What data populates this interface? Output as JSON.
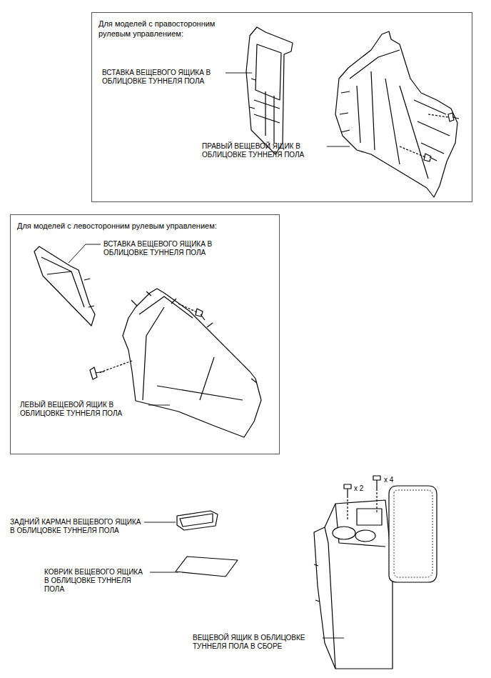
{
  "diagram": {
    "nodes": [
      {
        "text": [
          "Для моделей с правосторонним рулевым управлением:"
        ]
      },
      {
        "text": [
          "Для моделей с левосторонним рулевым управлением:"
        ]
      }
    ],
    "labels": [
      "ВСТАВКА ВЕЩЕВОГО ЯЩИКА В ОБЛИЦОВКЕ ТУННЕЛЯ ПОЛА",
      "ПРАВЫЙ ВЕЩЕВОЙ ЯЩИК В ОБЛИЦОВКЕ ТУННЕЛЯ ПОЛА",
      "ВСТАВКА ВЕЩЕВОГО ЯЩИКА В ОБЛИЦОВКЕ ТУННЕЛЯ ПОЛА",
      "ЛЕВЫЙ ВЕЩЕВОЙ ЯЩИК В ОБЛИЦОВКЕ ТУННЕЛЯ ПОЛА",
      "x 2",
      "x 4",
      "ЗАДНИЙ КАРМАН ВЕЩЕВОГО ЯЩИКА В ОБЛИЦОВКЕ ТУННЕЛЯ ПОЛА",
      "КОВРИК ВЕЩЕВОГО ЯЩИКА В ОБЛИЦОВКЕ ТУННЕЛЯ ПОЛА",
      "ВЕЩЕВОЙ ЯЩИК В ОБЛИЦОВКЕ ТУННЕЛЯ ПОЛА В СБОРЕ"
    ]
  }
}
